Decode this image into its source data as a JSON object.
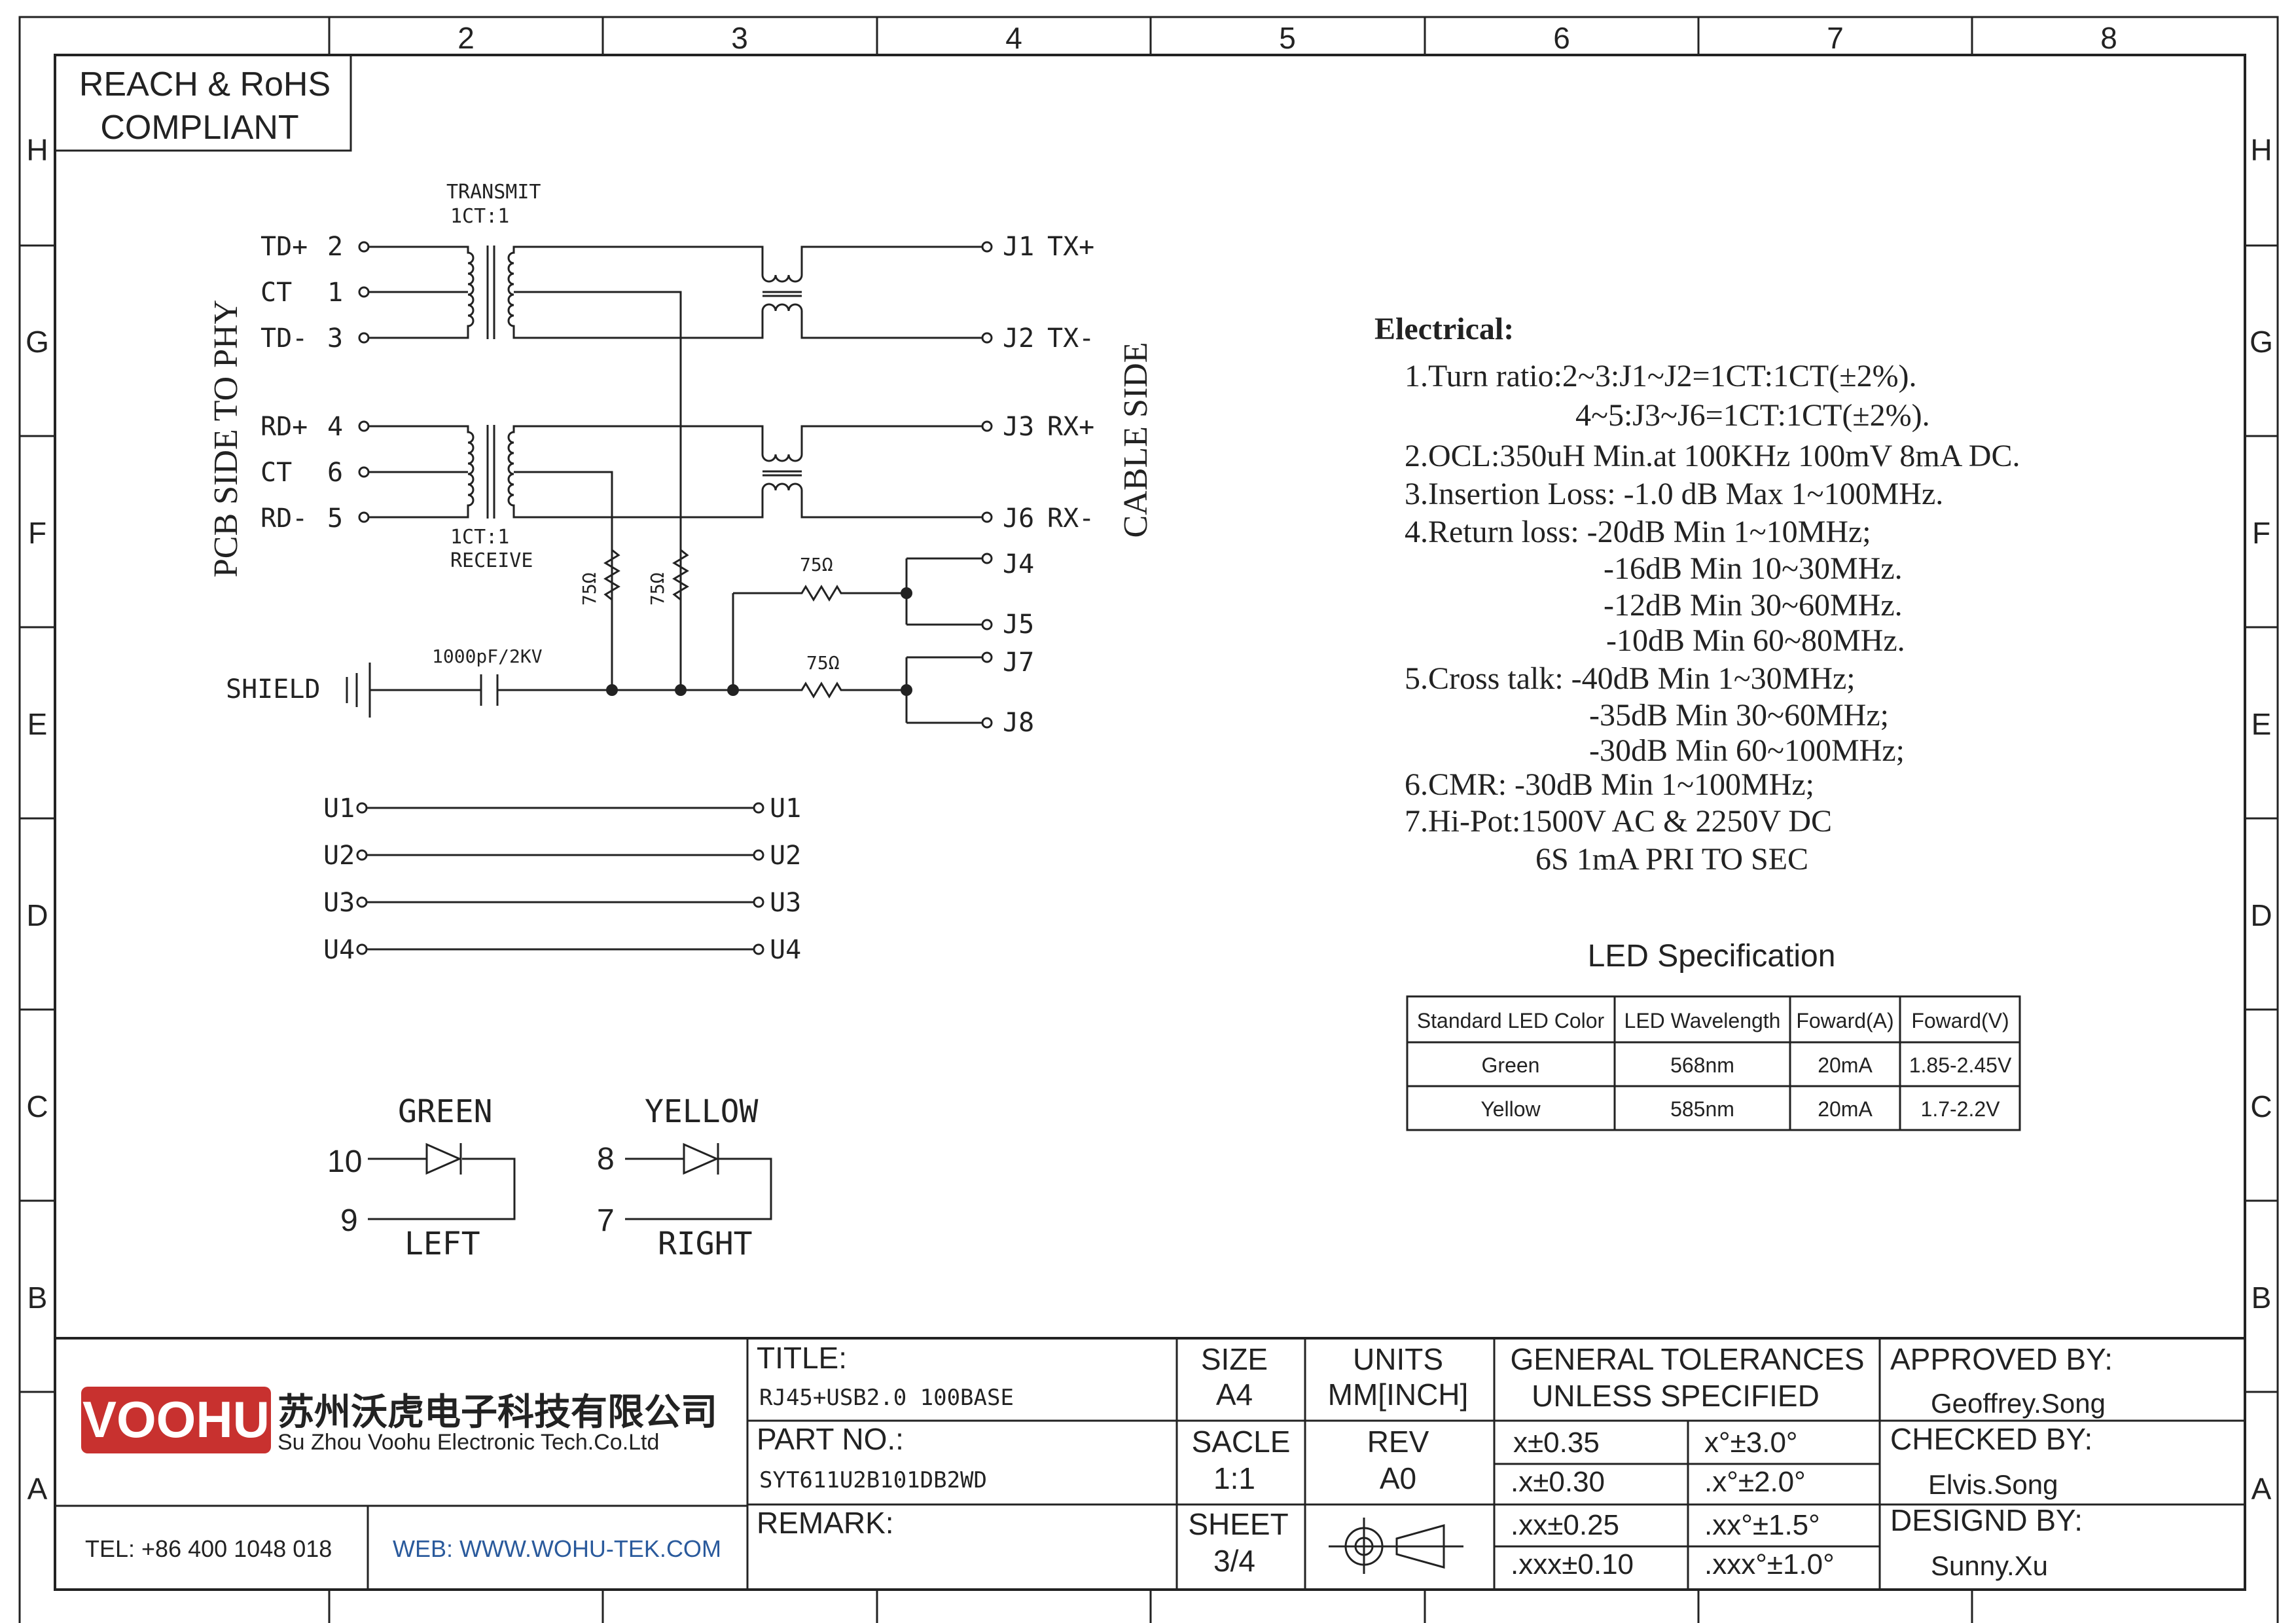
{
  "frame": {
    "col_numbers": [
      "2",
      "3",
      "4",
      "5",
      "6",
      "7",
      "8"
    ],
    "row_letters": [
      "H",
      "G",
      "F",
      "E",
      "D",
      "C",
      "B",
      "A"
    ]
  },
  "compliance": {
    "line1": "REACH & RoHS",
    "line2": "COMPLIANT"
  },
  "schematic": {
    "side_left": "PCB SIDE TO PHY",
    "side_right": "CABLE SIDE",
    "transmit_label": "TRANSMIT",
    "transmit_ratio": "1CT:1",
    "receive_ratio": "1CT:1",
    "receive_label": "RECEIVE",
    "pcb_pins": [
      {
        "name": "TD+",
        "num": "2"
      },
      {
        "name": "CT",
        "num": "1"
      },
      {
        "name": "TD-",
        "num": "3"
      },
      {
        "name": "RD+",
        "num": "4"
      },
      {
        "name": "CT",
        "num": "6"
      },
      {
        "name": "RD-",
        "num": "5"
      }
    ],
    "cable_pins": [
      {
        "name": "J1",
        "sig": "TX+"
      },
      {
        "name": "J2",
        "sig": "TX-"
      },
      {
        "name": "J3",
        "sig": "RX+"
      },
      {
        "name": "J6",
        "sig": "RX-"
      },
      {
        "name": "J4",
        "sig": ""
      },
      {
        "name": "J5",
        "sig": ""
      },
      {
        "name": "J7",
        "sig": ""
      },
      {
        "name": "J8",
        "sig": ""
      }
    ],
    "resistor_label": "75Ω",
    "shield_label": "SHIELD",
    "cap_label": "1000pF/2KV",
    "usb_pins": [
      "U1",
      "U2",
      "U3",
      "U4"
    ]
  },
  "leds": {
    "green": {
      "name": "GREEN",
      "pin_a": "10",
      "pin_b": "9",
      "side": "LEFT"
    },
    "yellow": {
      "name": "YELLOW",
      "pin_a": "8",
      "pin_b": "7",
      "side": "RIGHT"
    }
  },
  "electrical": {
    "title": "Electrical:",
    "lines": [
      "1.Turn ratio:2~3:J1~J2=1CT:1CT(±2%).",
      "4~5:J3~J6=1CT:1CT(±2%).",
      "2.OCL:350uH Min.at 100KHz 100mV 8mA DC.",
      "3.Insertion Loss: -1.0 dB Max 1~100MHz.",
      "4.Return loss: -20dB Min 1~10MHz;",
      "-16dB Min 10~30MHz.",
      "-12dB Min 30~60MHz.",
      "-10dB Min 60~80MHz.",
      "5.Cross talk: -40dB Min 1~30MHz;",
      "-35dB Min 30~60MHz;",
      "-30dB Min 60~100MHz;",
      "6.CMR: -30dB Min 1~100MHz;",
      "7.Hi-Pot:1500V AC & 2250V DC",
      "6S 1mA PRI TO SEC"
    ]
  },
  "led_spec": {
    "title": "LED Specification",
    "headers": [
      "Standard LED Color",
      "LED Wavelength",
      "Foward(A)",
      "Foward(V)"
    ],
    "rows": [
      [
        "Green",
        "568nm",
        "20mA",
        "1.85-2.45V"
      ],
      [
        "Yellow",
        "585nm",
        "20mA",
        "1.7-2.2V"
      ]
    ]
  },
  "title_block": {
    "logo": "VOOHU",
    "company_cn": "苏州沃虎电子科技有限公司",
    "company_en": "Su Zhou Voohu Electronic Tech.Co.Ltd",
    "tel": "TEL: +86 400 1048 018",
    "web": "WEB: WWW.WOHU-TEK.COM",
    "title_label": "TITLE:",
    "title_value": "RJ45+USB2.0 100BASE",
    "part_label": "PART NO.:",
    "part_value": "SYT611U2B101DB2WD",
    "remark_label": "REMARK:",
    "size_label": "SIZE",
    "size_value": "A4",
    "units_label": "UNITS",
    "units_value": "MM[INCH]",
    "scale_label": "SACLE",
    "scale_value": "1:1",
    "rev_label": "REV",
    "rev_value": "A0",
    "sheet_label": "SHEET",
    "sheet_value": "3/4",
    "tol_line1": "GENERAL TOLERANCES",
    "tol_line2": "UNLESS SPECIFIED",
    "tolerances": [
      [
        "x±0.35",
        "x°±3.0°"
      ],
      [
        ".x±0.30",
        ".x°±2.0°"
      ],
      [
        ".xx±0.25",
        ".xx°±1.5°"
      ],
      [
        ".xxx±0.10",
        ".xxx°±1.0°"
      ]
    ],
    "approved_label": "APPROVED BY:",
    "approved_value": "Geoffrey.Song",
    "checked_label": "CHECKED BY:",
    "checked_value": "Elvis.Song",
    "designed_label": "DESIGND BY:",
    "designed_value": "Sunny.Xu"
  },
  "colors": {
    "logo_red": "#c8312f",
    "web_blue": "#2a5a9c",
    "ink": "#222222"
  }
}
